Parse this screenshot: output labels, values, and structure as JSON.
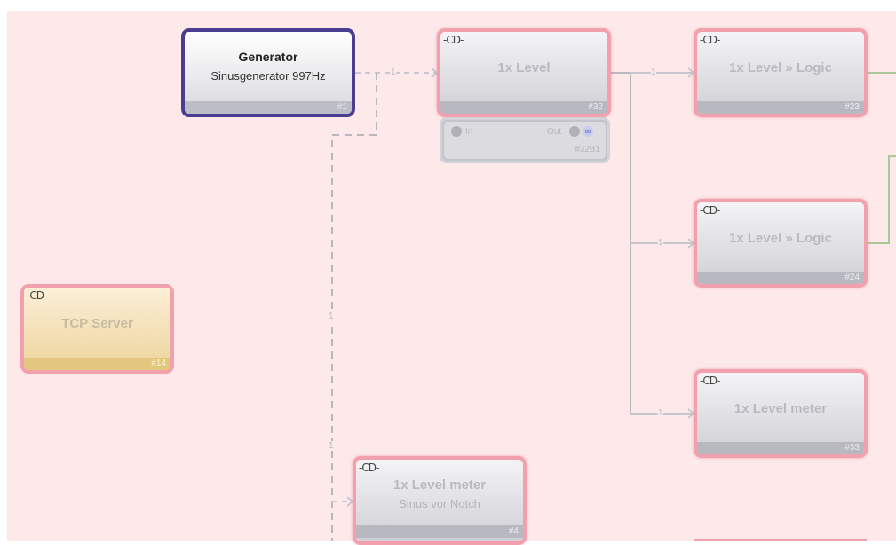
{
  "nodes": {
    "generator": {
      "title": "Generator",
      "subtitle": "Sinusgenerator 997Hz",
      "id": "#1"
    },
    "level32": {
      "icon": "plug-icon",
      "title": "1x Level",
      "id": "#32"
    },
    "level32_sub": {
      "in_label": "In",
      "out_label": "Out",
      "id": "#32B1"
    },
    "logic23": {
      "icon": "plug-icon",
      "title": "1x Level » Logic",
      "id": "#23"
    },
    "logic24": {
      "icon": "plug-icon",
      "title": "1x Level » Logic",
      "id": "#24"
    },
    "meter33": {
      "icon": "plug-icon",
      "title": "1x Level meter",
      "id": "#33"
    },
    "meter4": {
      "icon": "plug-icon",
      "title": "1x Level meter",
      "subtitle": "Sinus vor Notch",
      "id": "#4"
    },
    "tcp14": {
      "icon": "plug-icon",
      "title": "TCP Server",
      "id": "#14"
    }
  },
  "wire_labels": {
    "gen_to_level": "1",
    "level_to_logic23": "1",
    "level_to_logic24": "1",
    "level_to_meter33": "1",
    "vertical_a": "1",
    "vertical_b": "1"
  },
  "plug_glyph": "-CD-",
  "colors": {
    "canvas": "#fde9e9",
    "node_border": "#f2a0ae",
    "selected_border": "#4b3d8f",
    "wire": "#b9b9bf"
  }
}
